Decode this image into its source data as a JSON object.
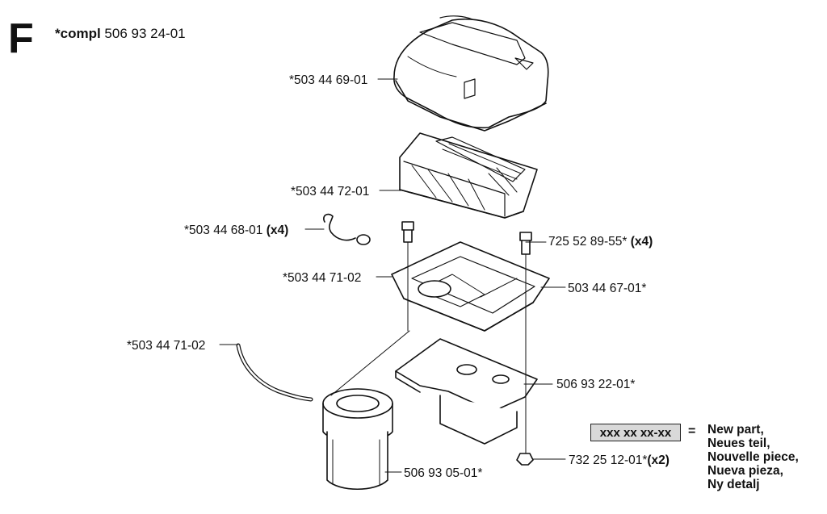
{
  "section": {
    "letter": "F",
    "compl_prefix": "*compl",
    "compl_number": "506 93 24-01"
  },
  "parts": [
    {
      "id": "p1",
      "number": "*503 44 69-01",
      "qty": ""
    },
    {
      "id": "p2",
      "number": "*503 44 72-01",
      "qty": ""
    },
    {
      "id": "p3",
      "number": "*503 44 68-01",
      "qty": "(x4)"
    },
    {
      "id": "p4",
      "number": "725 52 89-55*",
      "qty": "(x4)"
    },
    {
      "id": "p5",
      "number": "*503 44 71-02",
      "qty": ""
    },
    {
      "id": "p6",
      "number": "503 44 67-01*",
      "qty": ""
    },
    {
      "id": "p7",
      "number": "*503 44 71-02",
      "qty": ""
    },
    {
      "id": "p8",
      "number": "506 93 22-01*",
      "qty": ""
    },
    {
      "id": "p9",
      "number": "732 25 12-01*",
      "qty": "(x2)"
    },
    {
      "id": "p10",
      "number": "506 93 05-01*",
      "qty": ""
    }
  ],
  "legend": {
    "code": "xxx xx xx-xx",
    "equals": "=",
    "lines": [
      "New part,",
      "Neues teil,",
      "Nouvelle piece,",
      "Nueva pieza,",
      "Ny detalj"
    ]
  }
}
